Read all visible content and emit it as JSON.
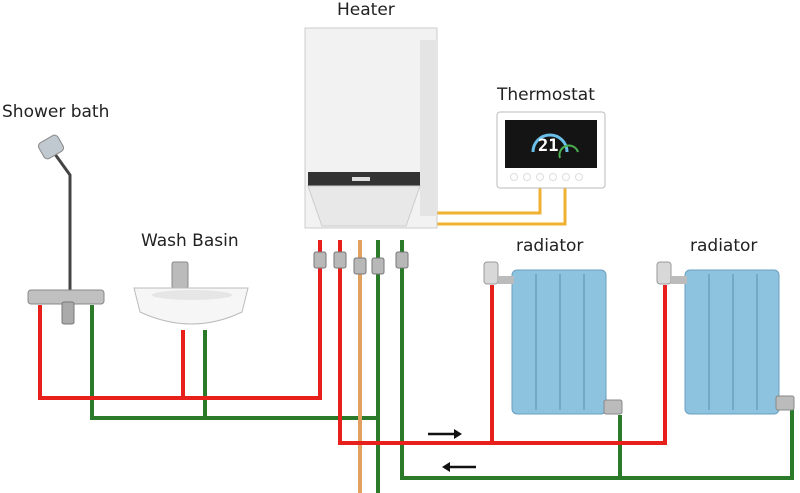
{
  "labels": {
    "heater": "Heater",
    "thermostat": "Thermostat",
    "shower": "Shower bath",
    "basin": "Wash Basin",
    "radiator_1": "radiator",
    "radiator_2": "radiator"
  },
  "thermostat_display": {
    "temperature": "21"
  },
  "colors": {
    "hot_pipe": "#e8201c",
    "return_pipe": "#2a7a2a",
    "gas_pipe": "#e0a060",
    "control_wire": "#f0b030",
    "radiator": "#8ec3df",
    "heater_body": "#f2f2f2"
  },
  "icons": {
    "flow_arrow_right": "arrow-right-icon",
    "flow_arrow_left": "arrow-left-icon"
  }
}
